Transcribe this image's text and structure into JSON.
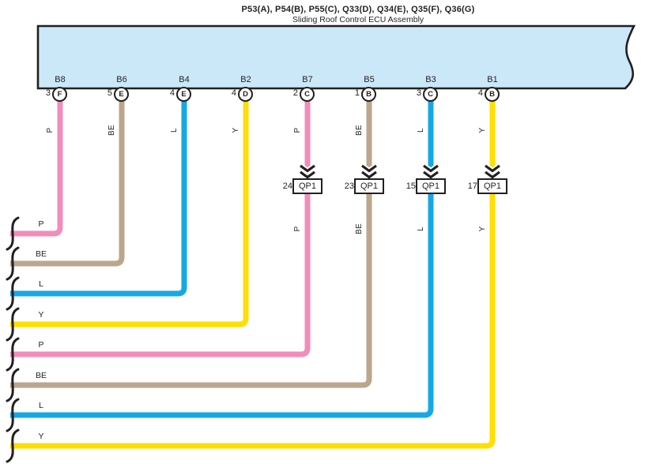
{
  "header": {
    "title": "P53(A), P54(B), P55(C), Q33(D), Q34(E), Q35(F), Q36(G)",
    "subtitle": "Sliding Roof Control ECU Assembly"
  },
  "colors": {
    "ecu_fill": "#CBE8F9",
    "outline": "#231F20",
    "pink": "#F18DBB",
    "beige": "#BCA68C",
    "blue": "#16A8E6",
    "yellow": "#FFDE00"
  },
  "pins": [
    {
      "connector": "B8",
      "terminal": "3",
      "code": "F",
      "wire_color_label": "P",
      "color_hex": "#F18DBB"
    },
    {
      "connector": "B6",
      "terminal": "5",
      "code": "E",
      "wire_color_label": "BE",
      "color_hex": "#BCA68C"
    },
    {
      "connector": "B4",
      "terminal": "4",
      "code": "E",
      "wire_color_label": "L",
      "color_hex": "#16A8E6"
    },
    {
      "connector": "B2",
      "terminal": "4",
      "code": "D",
      "wire_color_label": "Y",
      "color_hex": "#FFDE00"
    },
    {
      "connector": "B7",
      "terminal": "2",
      "code": "C",
      "wire_color_label": "P",
      "color_hex": "#F18DBB",
      "junction": {
        "number": "24",
        "label": "QP1"
      }
    },
    {
      "connector": "B5",
      "terminal": "1",
      "code": "B",
      "wire_color_label": "BE",
      "color_hex": "#BCA68C",
      "junction": {
        "number": "23",
        "label": "QP1"
      }
    },
    {
      "connector": "B3",
      "terminal": "3",
      "code": "C",
      "wire_color_label": "L",
      "color_hex": "#16A8E6",
      "junction": {
        "number": "15",
        "label": "QP1"
      }
    },
    {
      "connector": "B1",
      "terminal": "4",
      "code": "B",
      "wire_color_label": "Y",
      "color_hex": "#FFDE00",
      "junction": {
        "number": "17",
        "label": "QP1"
      }
    }
  ]
}
